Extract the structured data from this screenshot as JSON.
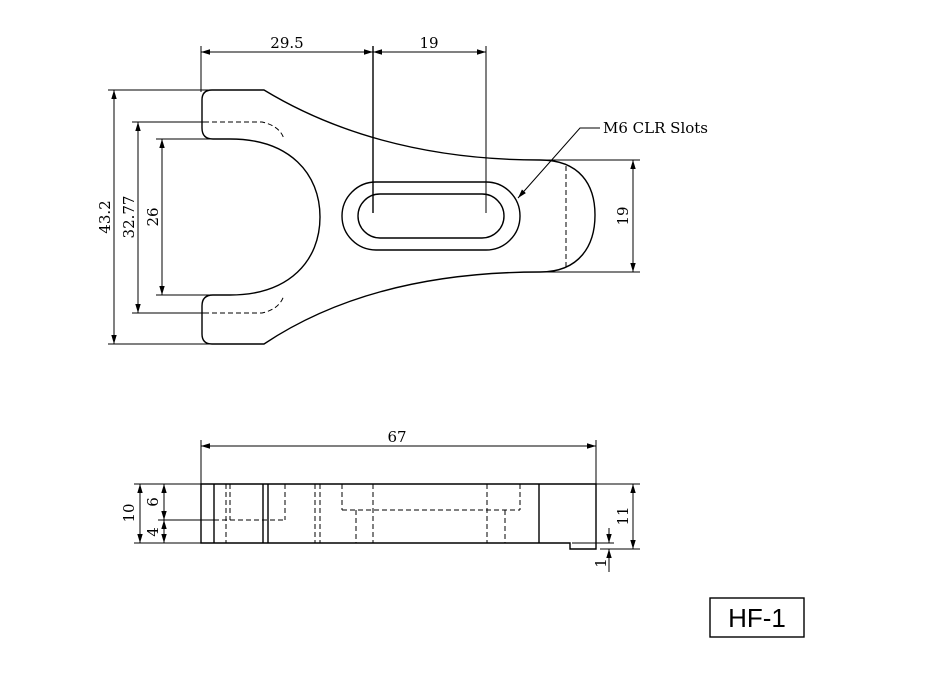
{
  "top_view": {
    "dims": {
      "d_29_5": "29.5",
      "d_19_top": "19",
      "d_43_2": "43.2",
      "d_32_77": "32.77",
      "d_26": "26",
      "d_19_right": "19"
    },
    "callout": "M6 CLR Slots"
  },
  "side_view": {
    "dims": {
      "d_67": "67",
      "d_10": "10",
      "d_6": "6",
      "d_4": "4",
      "d_11": "11",
      "d_1": "1"
    }
  },
  "part_label": "HF-1"
}
